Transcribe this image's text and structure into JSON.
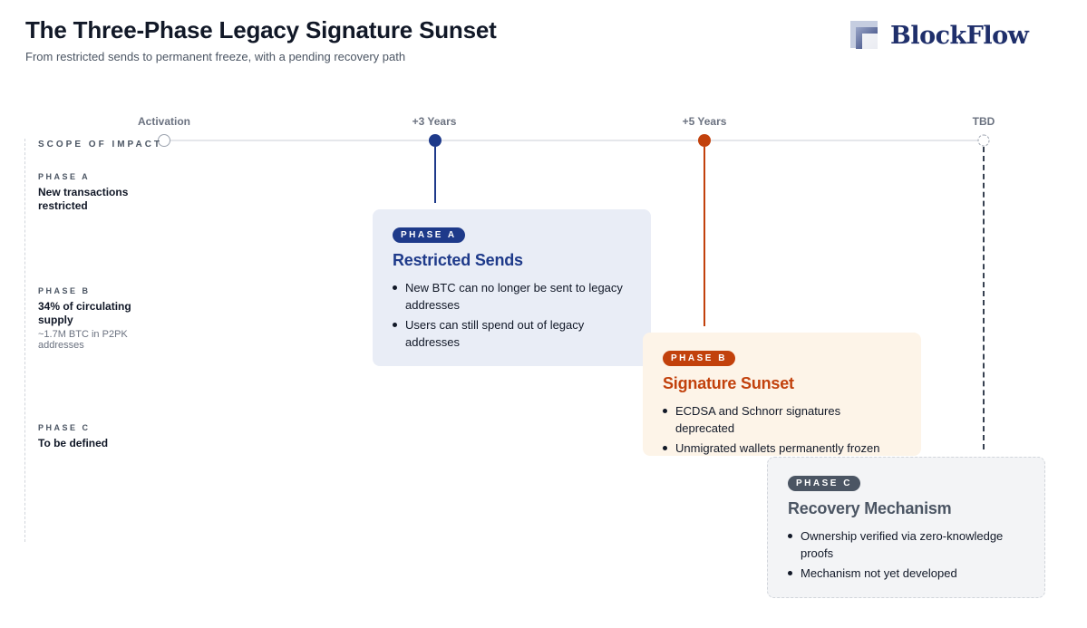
{
  "header": {
    "title": "The Three-Phase Legacy Signature Sunset",
    "subtitle": "From restricted sends to permanent freeze, with a pending recovery path"
  },
  "logo": {
    "text": "BlockFlow",
    "mark_icon": "stacked-squares-icon"
  },
  "timeline": {
    "milestones": [
      {
        "label": "Activation"
      },
      {
        "label": "+3 Years"
      },
      {
        "label": "+5 Years"
      },
      {
        "label": "TBD"
      }
    ]
  },
  "scope": {
    "heading": "SCOPE OF IMPACT",
    "items": [
      {
        "tag": "PHASE A",
        "main": "New transactions restricted",
        "note": ""
      },
      {
        "tag": "PHASE B",
        "main": "34% of circulating supply",
        "note": "~1.7M BTC in P2PK addresses"
      },
      {
        "tag": "PHASE C",
        "main": "To be defined",
        "note": ""
      }
    ]
  },
  "phases": [
    {
      "pill": "PHASE A",
      "title": "Restricted Sends",
      "bullets": [
        "New BTC can no longer be sent to legacy addresses",
        "Users can still spend out of legacy addresses"
      ]
    },
    {
      "pill": "PHASE B",
      "title": "Signature Sunset",
      "bullets": [
        "ECDSA and Schnorr signatures deprecated",
        "Unmigrated wallets permanently frozen"
      ]
    },
    {
      "pill": "PHASE C",
      "title": "Recovery Mechanism",
      "bullets": [
        "Ownership verified via zero-knowledge proofs",
        "Mechanism not yet developed"
      ]
    }
  ],
  "colors": {
    "phase_a": "#1e3a8a",
    "phase_b": "#c2410c",
    "phase_c": "#4b5563",
    "brand": "#1f2f6b"
  }
}
